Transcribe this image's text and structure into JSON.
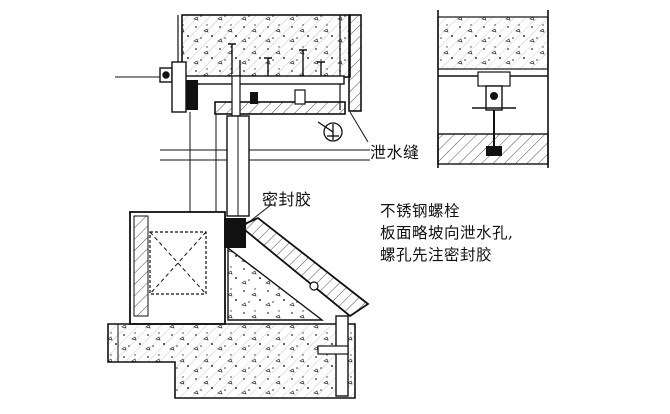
{
  "diagram": {
    "labels": {
      "drain_joint": "泄水缝",
      "sealant": "密封胶",
      "note_lines": [
        "不锈钢螺栓",
        "板面略坡向泄水孔,",
        "螺孔先注密封胶"
      ]
    },
    "colors": {
      "ink": "#111111",
      "background": "#ffffff"
    }
  }
}
